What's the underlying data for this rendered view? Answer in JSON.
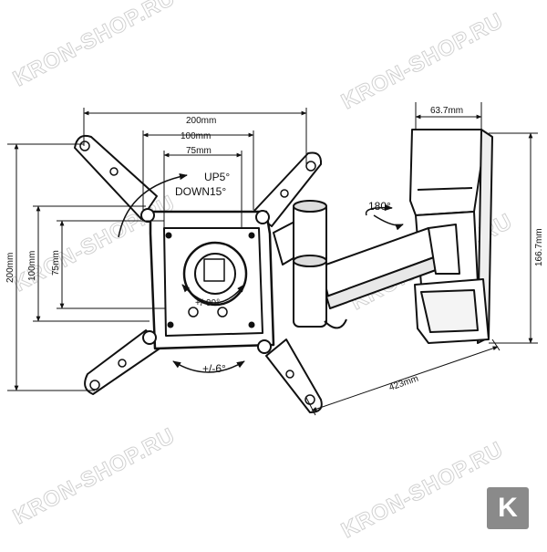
{
  "watermark": "KRON-SHOP.RU",
  "badge_letter": "K",
  "dimensions": {
    "width_200": "200mm",
    "width_100": "100mm",
    "width_75": "75mm",
    "height_200": "200mm",
    "height_100": "100mm",
    "height_75": "75mm",
    "depth_63": "63.7mm",
    "height_166": "166.7mm",
    "extension_423": "423mm"
  },
  "annotations": {
    "tilt_up": "UP5°",
    "tilt_down": "DOWN15°",
    "rotate_plate": "+/-90°",
    "level_adjust": "+/-6°",
    "swivel": "180°"
  },
  "colors": {
    "line": "#111111",
    "watermark": "#c9c9c9",
    "badge": "#8a8a8a"
  }
}
